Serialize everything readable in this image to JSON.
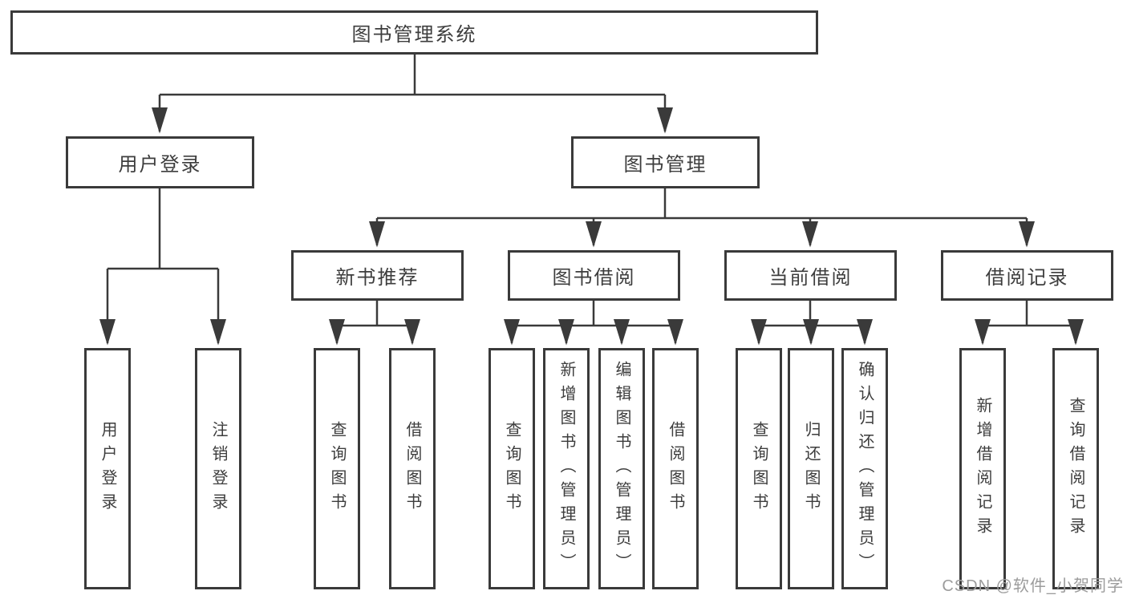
{
  "diagram": {
    "title_node": "图书管理系统",
    "colors": {
      "line": "#3a3a3a",
      "text": "#3d3d3d",
      "background": "#ffffff",
      "watermark": "#9c9c9c"
    },
    "tree": {
      "root": {
        "label": "图书管理系统"
      },
      "branches": [
        {
          "label": "用户登录",
          "children": [
            {
              "label": "用户登录"
            },
            {
              "label": "注销登录"
            }
          ]
        },
        {
          "label": "图书管理",
          "children": [
            {
              "label": "新书推荐",
              "children": [
                {
                  "label": "查询图书"
                },
                {
                  "label": "借阅图书"
                }
              ]
            },
            {
              "label": "图书借阅",
              "children": [
                {
                  "label": "查询图书"
                },
                {
                  "label": "新增图书（管理员）"
                },
                {
                  "label": "编辑图书（管理员）"
                },
                {
                  "label": "借阅图书"
                }
              ]
            },
            {
              "label": "当前借阅",
              "children": [
                {
                  "label": "查询图书"
                },
                {
                  "label": "归还图书"
                },
                {
                  "label": "确认归还（管理员）"
                }
              ]
            },
            {
              "label": "借阅记录",
              "children": [
                {
                  "label": "新增借阅记录"
                },
                {
                  "label": "查询借阅记录"
                }
              ]
            }
          ]
        }
      ]
    }
  },
  "watermark": {
    "text": "CSDN @软件_小贺同学"
  }
}
